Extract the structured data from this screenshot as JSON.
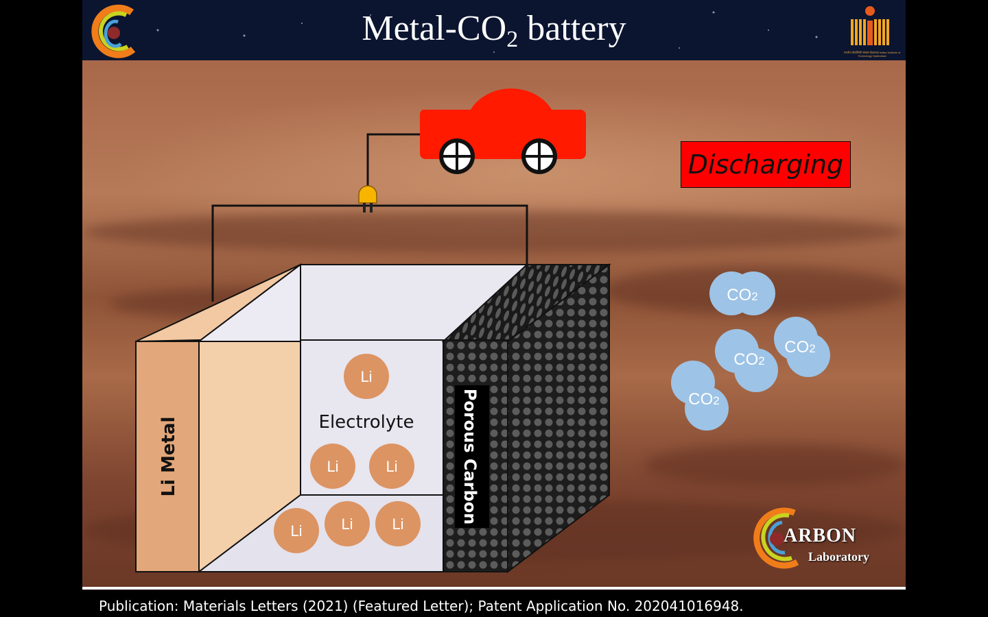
{
  "header": {
    "title_prefix": "Metal-CO",
    "title_sub": "2",
    "title_suffix": " battery",
    "colors": {
      "background": "#0b1530",
      "text": "#ffffff"
    }
  },
  "logos": {
    "left": "crescent-c-logo",
    "right": "iit-hyderabad-logo",
    "right_caption": "भारतीय प्रौद्योगिकी संस्थान हैदराबाद Indian Institute of Technology Hyderabad"
  },
  "status": {
    "label": "Discharging",
    "color": "#ff0000"
  },
  "battery": {
    "li_metal_label": "Li Metal",
    "electrolyte_label": "Electrolyte",
    "porous_carbon_label": "Porous Carbon",
    "ion_label": "Li",
    "ion_count": 6,
    "colors": {
      "li_metal": "#e9b78e",
      "electrolyte": "#e6e4ee",
      "ion": "#dc9463",
      "carbon": "#3a3a3a"
    }
  },
  "gas": {
    "label": "CO",
    "label_sub": "2",
    "molecule_count": 4,
    "color": "#9dc3e6"
  },
  "car": {
    "color": "#ff1a00"
  },
  "brand": {
    "word": "ARBON",
    "sub": "Laboratory"
  },
  "footer": {
    "text": "Publication: Materials Letters (2021) (Featured Letter); Patent Application No. 202041016948."
  }
}
